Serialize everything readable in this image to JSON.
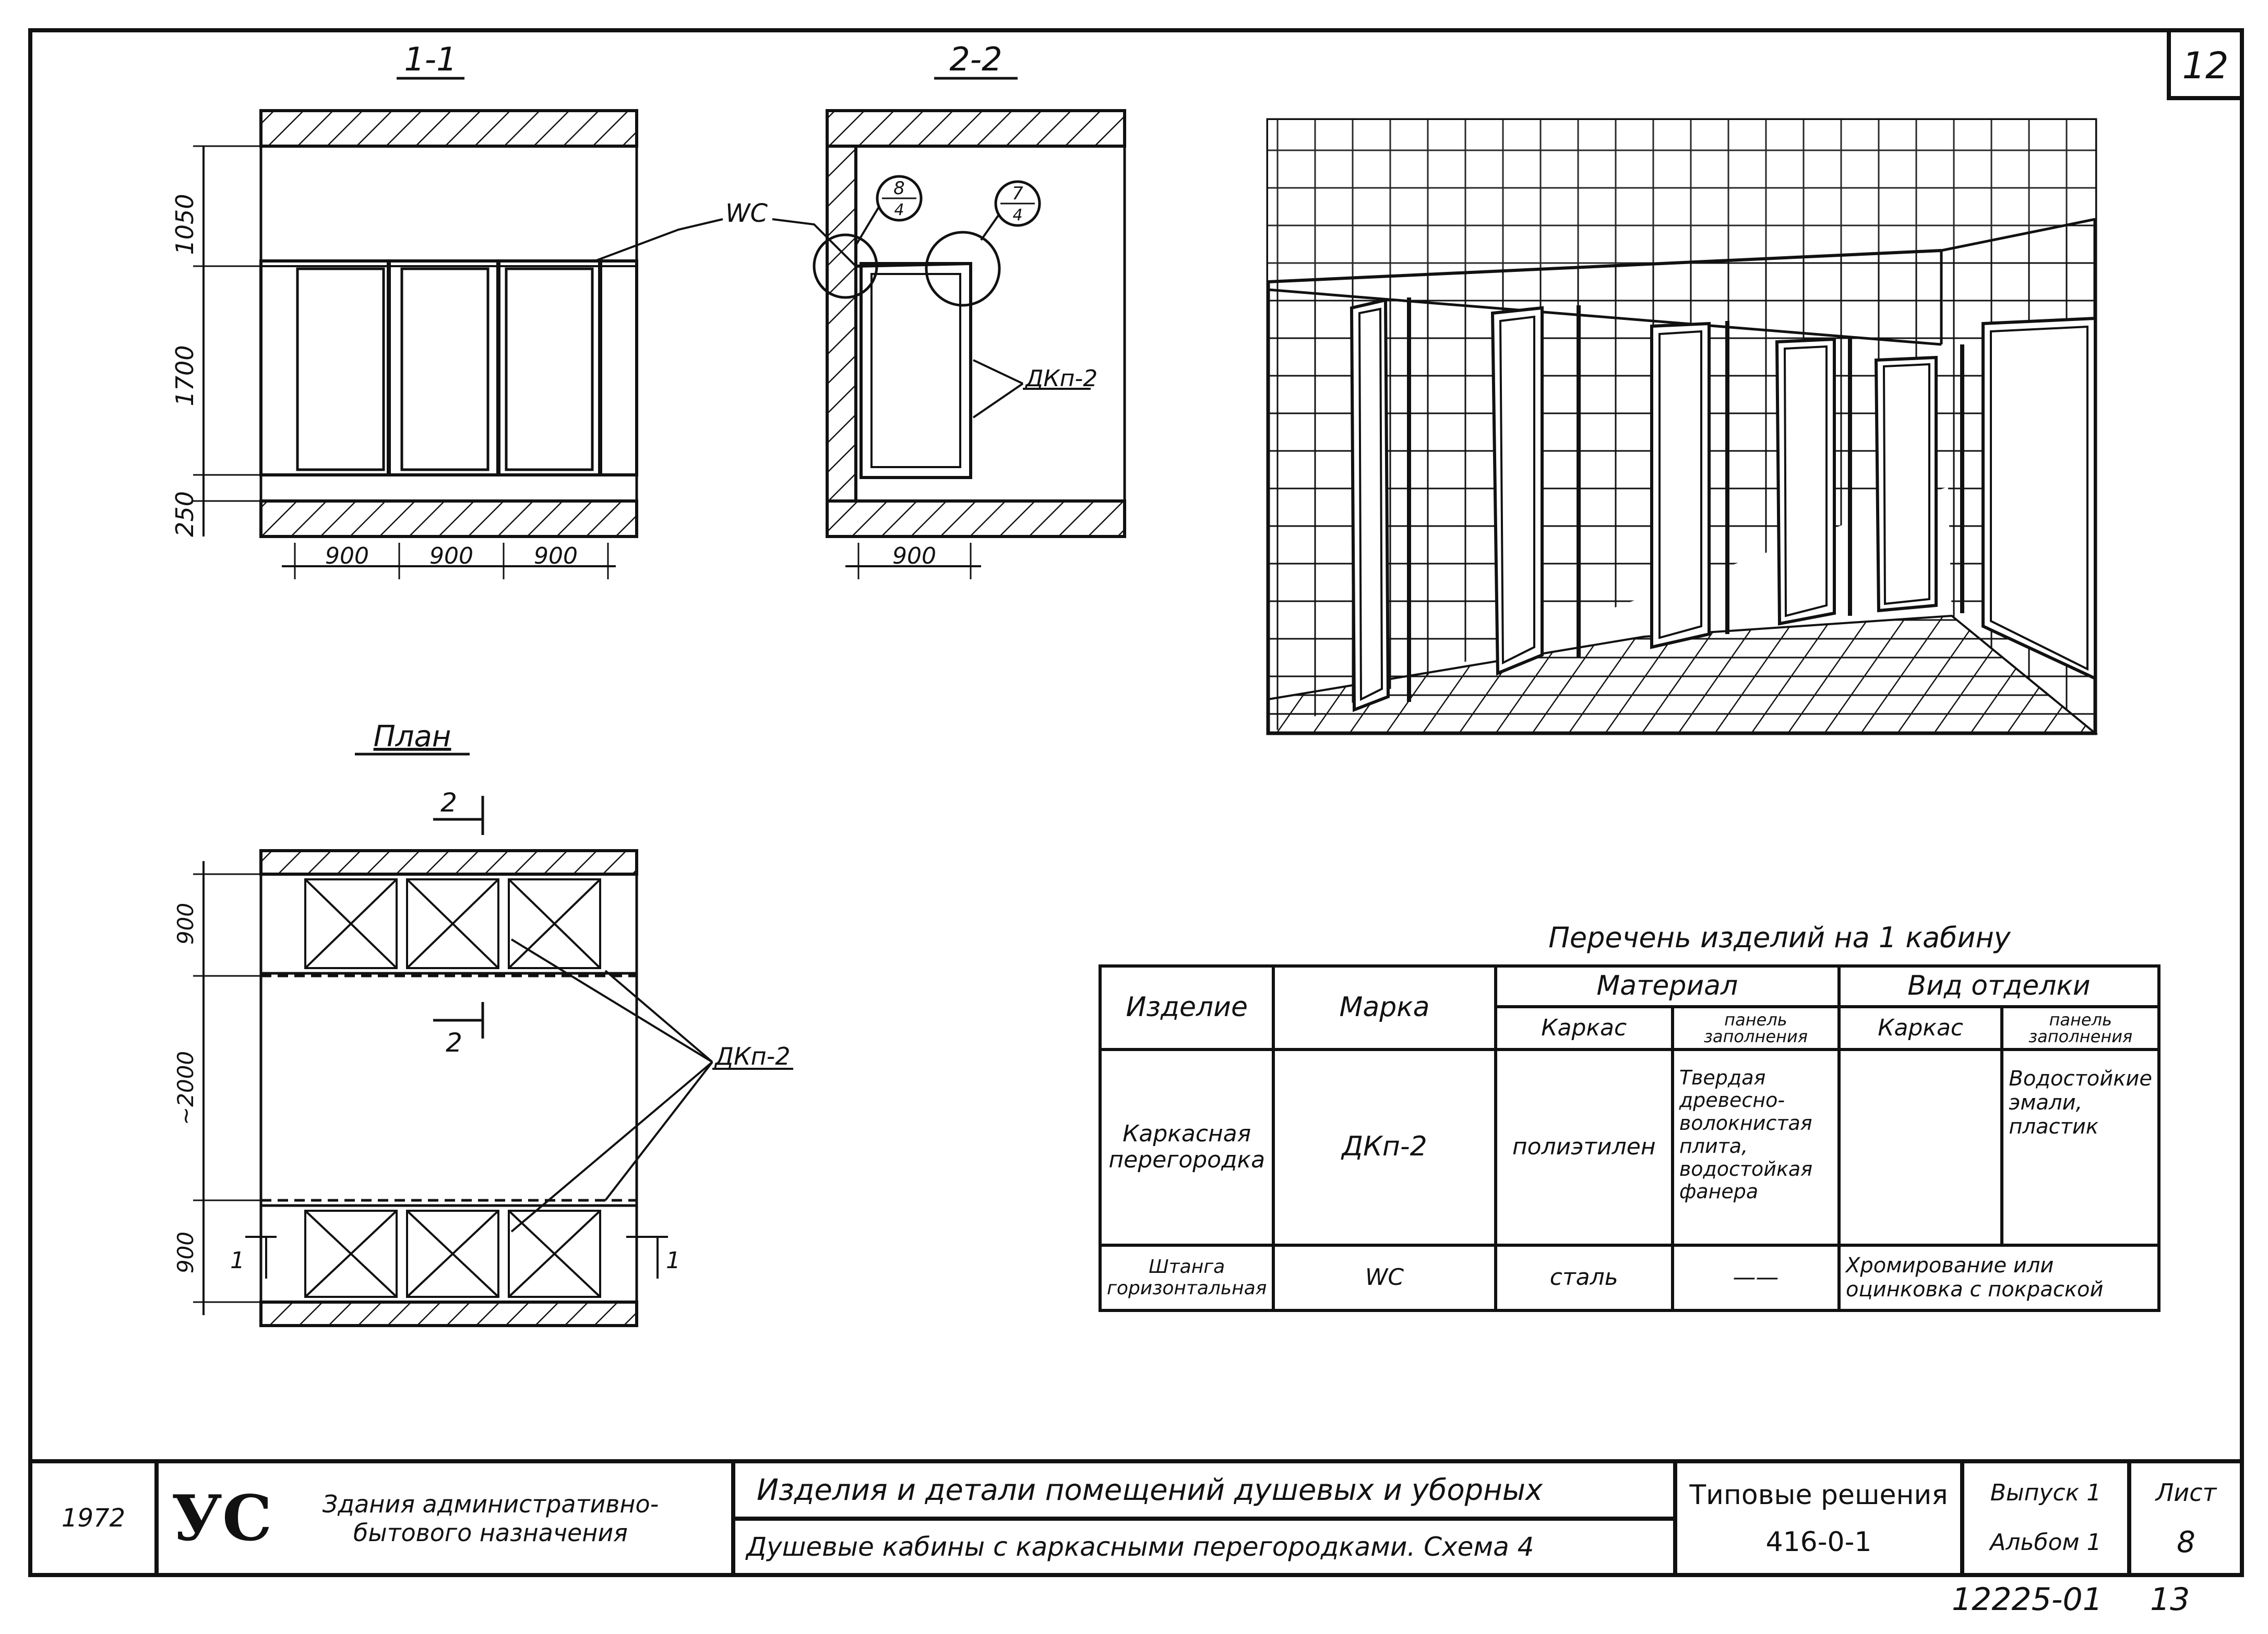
{
  "sheet_number_corner": "12",
  "sections": {
    "section_1": "1-1",
    "section_2": "2-2",
    "plan": "План"
  },
  "dimensions": {
    "d1050": "1050",
    "d1700": "1700",
    "d250": "250",
    "d900": "900",
    "d2000": "~2000",
    "d_plan_900": "900"
  },
  "labels": {
    "wc": "WC",
    "dkp": "ДКп-2",
    "callout_8": "8",
    "callout_7": "7",
    "callout_sheet": "4",
    "cut_2": "2",
    "cut_1": "1"
  },
  "spec_table": {
    "title": "Перечень изделий на 1 кабину",
    "headers": {
      "item": "Изделие",
      "mark": "Марка",
      "material": "Материал",
      "finish": "Вид отделки",
      "frame": "Каркас",
      "panel": "панель заполнения"
    },
    "rows": [
      {
        "item": "Каркасная перегородка",
        "mark": "ДКп-2",
        "frame_material": "полиэтилен",
        "panel_material": "Твердая древесно-волокнистая плита, водостойкая фанера",
        "frame_finish": "",
        "panel_finish": "Водостойкие эмали, пластик"
      },
      {
        "item": "Штанга горизонтальная",
        "mark": "WC",
        "frame_material": "сталь",
        "panel_material": "——",
        "finish": "Хромирование или оцинковка с покраской"
      }
    ]
  },
  "title_block": {
    "year": "1972",
    "logo": "УС",
    "building_type": "Здания административно-бытового назначения",
    "title_line1": "Изделия и детали помещений душевых и уборных",
    "title_line2": "Душевые кабины с каркасными перегородками. Схема 4",
    "standard_label": "Типовые решения",
    "standard_number": "416-0-1",
    "issue": "Выпуск 1",
    "album": "Альбом 1",
    "sheet_label": "Лист",
    "sheet_number": "8"
  },
  "stamp": {
    "code": "12225-01",
    "page": "13"
  }
}
